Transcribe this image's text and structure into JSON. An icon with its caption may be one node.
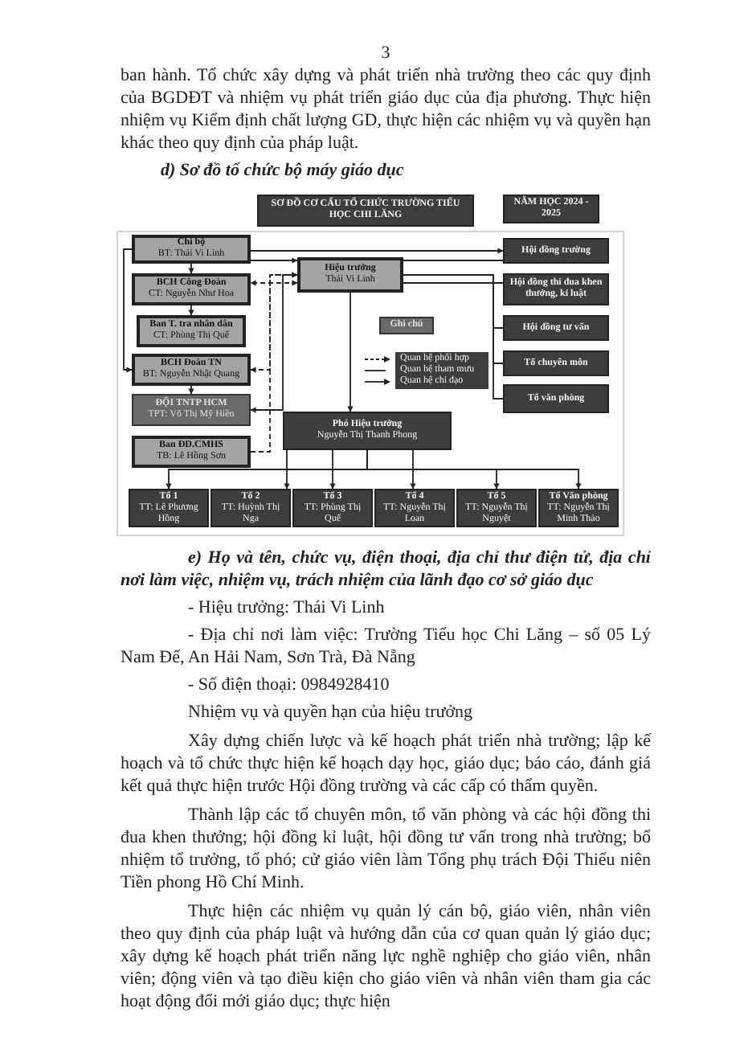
{
  "diagram": {
    "title": "d) Sơ đồ tổ chức bộ máy giáo dục",
    "nodes": [
      {
        "text": [
          "SƠ ĐỒ CƠ CẤU TỔ CHỨC TRƯỜNG TIỂU HỌC CHI LĂNG"
        ]
      },
      {
        "text": [
          "NĂM HỌC 2024 - 2025"
        ]
      },
      {
        "text": [
          "Chi bộ",
          "BT: Thái Vi Linh"
        ]
      },
      {
        "text": [
          "BCH Công Đoàn",
          "CT: Nguyễn Như Hoa"
        ]
      },
      {
        "text": [
          "Ban T. tra nhân dân",
          "CT: Phùng Thị Quế"
        ]
      },
      {
        "text": [
          "BCH Đoàn TN",
          "BT: Nguyễn Nhật Quang"
        ]
      },
      {
        "text": [
          "ĐỘI TNTP HCM",
          "TPT: Võ Thị Mỹ Hiền"
        ]
      },
      {
        "text": [
          "Ban ĐD.CMHS",
          "TB: Lê Hồng Sơn"
        ]
      },
      {
        "text": [
          "Hiệu trưởng",
          "Thái Vi Linh"
        ]
      },
      {
        "text": [
          "Hội đồng trường"
        ]
      },
      {
        "text": [
          "Hội đồng thi đua khen thưởng, kỉ luật"
        ]
      },
      {
        "text": [
          "Hội đồng tư vấn"
        ]
      },
      {
        "text": [
          "Tổ chuyên môn"
        ]
      },
      {
        "text": [
          "Tổ văn phòng"
        ]
      },
      {
        "text": [
          "Ghi chú"
        ]
      },
      {
        "text": [
          "Phó Hiệu trưởng",
          "Nguyễn Thị Thanh Phong"
        ]
      },
      {
        "text": [
          "Tổ 1",
          "TT: Lê Phương Hồng"
        ]
      },
      {
        "text": [
          "Tổ 2",
          "TT: Huỳnh Thị Nga"
        ]
      },
      {
        "text": [
          "Tổ 3",
          "TT: Phùng Thị Quế"
        ]
      },
      {
        "text": [
          "Tổ 4",
          "TT: Nguyễn Thị Loan"
        ]
      },
      {
        "text": [
          "Tổ 5",
          "TT: Nguyễn Thị Nguyệt"
        ]
      },
      {
        "text": [
          "Tổ Văn phòng",
          "TT: Nguyễn Thị Minh Thảo"
        ]
      }
    ],
    "edges": [
      {
        "from": 2,
        "to": 9,
        "arrow": "to"
      },
      {
        "from": 2,
        "to": 8,
        "arrow": "to"
      },
      {
        "from": 2,
        "to": 3,
        "arrow": "to"
      },
      {
        "from": 2,
        "to": 5,
        "arrow": "to"
      },
      {
        "from": 3,
        "to": 4,
        "arrow": "to"
      },
      {
        "from": 5,
        "to": 6,
        "arrow": "to"
      },
      {
        "from": 8,
        "to": 3,
        "arrow": "both",
        "style": "dashed"
      },
      {
        "from": 8,
        "to": 5,
        "arrow": "both",
        "style": "dashed"
      },
      {
        "from": 8,
        "to": 6,
        "arrow": "to"
      },
      {
        "from": 7,
        "to": 8,
        "arrow": "to",
        "style": "dashed"
      },
      {
        "from": 8,
        "to": 9,
        "arrow": "none"
      },
      {
        "from": 8,
        "to": 10,
        "arrow": "none"
      },
      {
        "from": 8,
        "to": 11,
        "arrow": "none"
      },
      {
        "from": 8,
        "to": 12,
        "arrow": "none"
      },
      {
        "from": 8,
        "to": 13,
        "arrow": "none"
      },
      {
        "from": 8,
        "to": 15,
        "arrow": "to"
      },
      {
        "from": 15,
        "to": 16,
        "arrow": "to"
      },
      {
        "from": 15,
        "to": 17,
        "arrow": "to"
      },
      {
        "from": 15,
        "to": 18,
        "arrow": "to"
      },
      {
        "from": 15,
        "to": 19,
        "arrow": "to"
      },
      {
        "from": 15,
        "to": 20,
        "arrow": "to"
      },
      {
        "from": 15,
        "to": 21,
        "arrow": "to"
      }
    ],
    "labels": [
      "3",
      "ban hành. Tổ chức xây dựng và phát triển nhà trường theo các quy định của BGDĐT và nhiệm vụ phát triển giáo dục của địa phương. Thực hiện nhiệm vụ Kiểm định chất lượng GD, thực hiện các nhiệm vụ và quyền hạn khác theo quy định của pháp luật.",
      "e) Họ và tên, chức vụ, điện thoại, địa chỉ thư điện tử, địa chỉ nơi làm việc, nhiệm vụ, trách nhiệm của lãnh đạo cơ sở giáo dục",
      "- Hiệu trưởng: Thái Vi Linh",
      "- Địa chỉ nơi làm việc: Trường Tiểu học Chi Lăng – số 05 Lý Nam Đế, An Hải Nam, Sơn Trà, Đà Nẵng",
      "- Số điện thoại: 0984928410",
      "Nhiệm vụ và quyền hạn của hiệu trưởng",
      "Xây dựng chiến lược và kế hoạch phát triển nhà trường; lập kế hoạch và tổ chức thực hiện kế hoạch dạy học, giáo dục; báo cáo, đánh giá kết quả thực hiện trước Hội đồng trường và các cấp có thẩm quyền.",
      "Thành lập các tổ chuyên môn, tổ văn phòng và các hội đồng thi đua khen thưởng; hội đồng kỉ luật, hội đồng tư vấn trong nhà trường; bổ nhiệm tổ trưởng, tổ phó; cử giáo viên làm Tổng phụ trách Đội Thiếu niên Tiền phong Hồ Chí Minh.",
      "Thực hiện các nhiệm vụ quản lý cán bộ, giáo viên, nhân viên theo quy định của pháp luật và hướng dẫn của cơ quan quản lý giáo dục; xây dựng kế hoạch phát triển năng lực nghề nghiệp cho giáo viên, nhân viên; động viên và tạo điều kiện cho giáo viên và nhân viên tham gia các hoạt động đổi mới giáo dục; thực hiện"
    ],
    "legend": [
      {
        "text": "Quan hệ phối hợp"
      },
      {
        "text": "Quan hệ tham mưu"
      },
      {
        "text": "Quan hệ chỉ đạo"
      }
    ]
  }
}
